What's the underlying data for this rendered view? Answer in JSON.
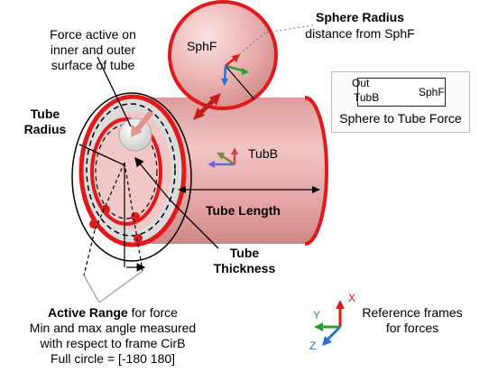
{
  "labels": {
    "force_active": [
      "Force active on",
      "inner and outer",
      "surface of tube"
    ],
    "sphere_radius_title": "Sphere Radius",
    "sphere_radius_desc": "distance from SphF",
    "sphf": "SphF",
    "tubb": "TubB",
    "tube_radius": [
      "Tube",
      "Radius"
    ],
    "tube_length": "Tube Length",
    "tube_thickness": [
      "Tube",
      "Thickness"
    ],
    "active_range_bold": "Active Range",
    "active_range_rest": " for force",
    "active_range_lines": [
      "Min and max angle measured",
      "with respect to frame CirB",
      "Full circle = [-180 180]"
    ],
    "reference_frames": [
      "Reference frames",
      "for forces"
    ]
  },
  "block": {
    "port_out": "Out",
    "port_tubb": "TubB",
    "port_sphf": "SphF",
    "caption": "Sphere to Tube Force"
  },
  "axes": {
    "x": "X",
    "y": "Y",
    "z": "Z"
  },
  "colors": {
    "tube_fill": "#e6a3a3",
    "tube_red": "#e0191b",
    "sphere_fill": "#eab0b0",
    "axis_x": "#e01818",
    "axis_y": "#2e9e2e",
    "axis_z": "#2a6fd6"
  }
}
